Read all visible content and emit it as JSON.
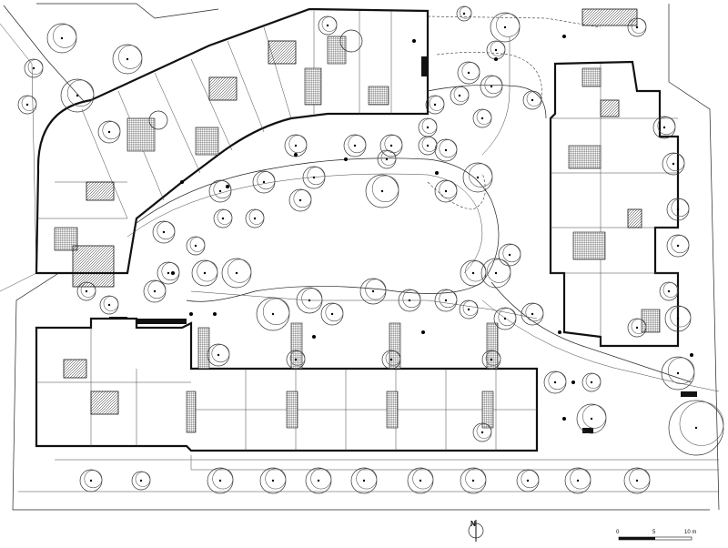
{
  "north_arrow": {
    "label": "N"
  },
  "scale_bar": {
    "ticks": [
      "0",
      "5",
      "10 m"
    ]
  },
  "colors": {
    "ink": "#111111",
    "paper": "#ffffff"
  }
}
